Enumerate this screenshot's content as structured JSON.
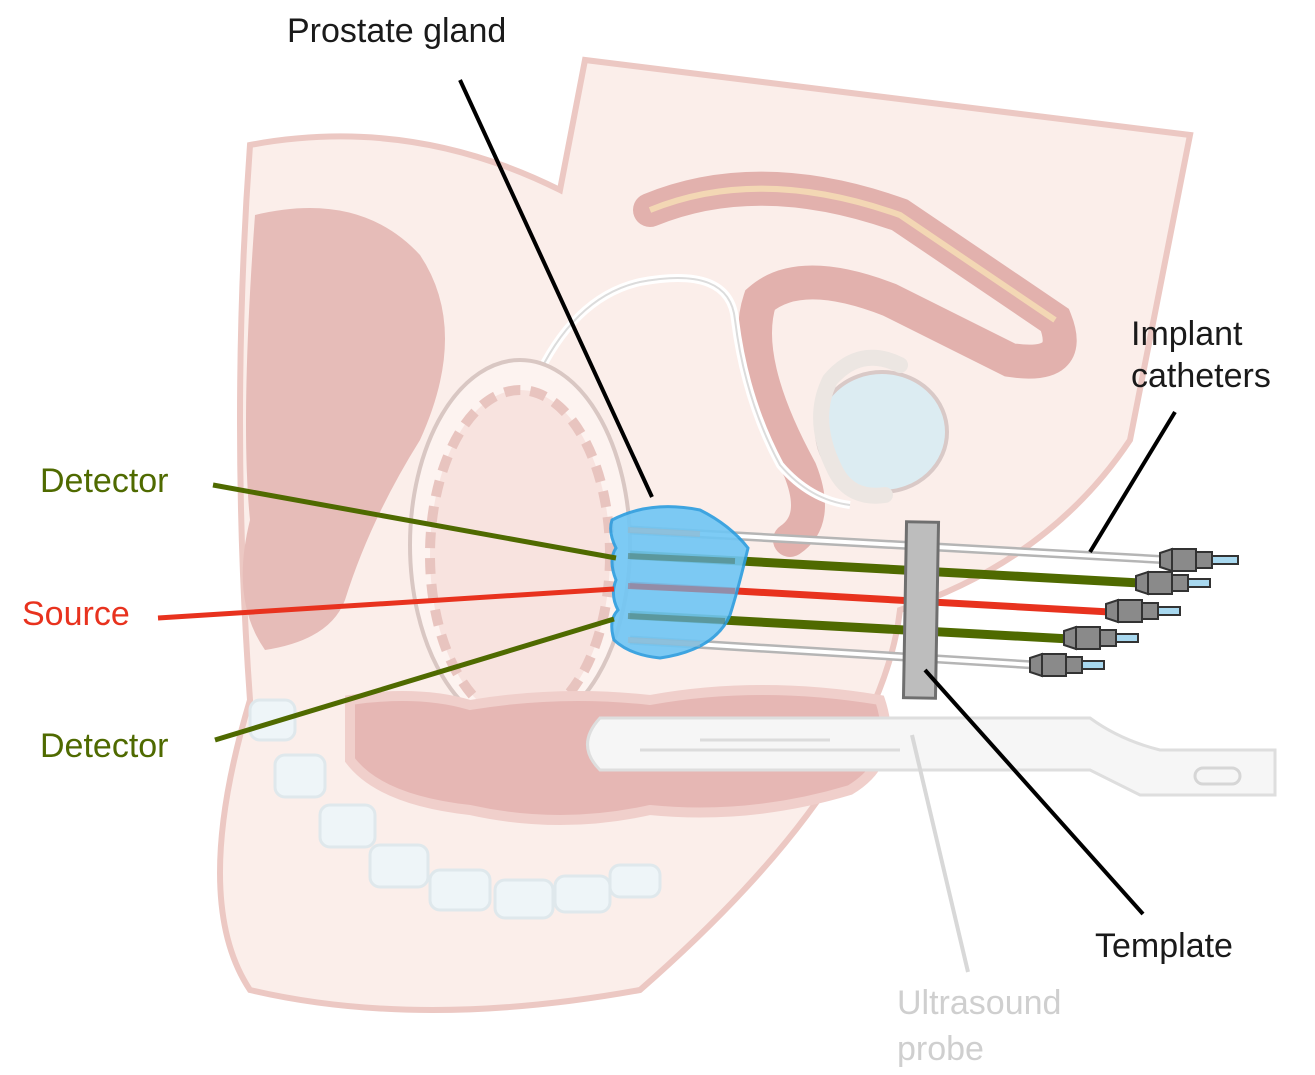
{
  "labels": {
    "prostate_gland": "Prostate gland",
    "implant_catheters_line1": "Implant",
    "implant_catheters_line2": "catheters",
    "detector_top": "Detector",
    "source": "Source",
    "detector_bottom": "Detector",
    "template": "Template",
    "ultrasound_probe_line1": "Ultrasound",
    "ultrasound_probe_line2": "probe"
  },
  "colors": {
    "detector": "#4f6a00",
    "source": "#e8321e",
    "prostate_fill": "#6fc6f5",
    "prostate_outline": "#2a9de0",
    "leader_line": "#000000",
    "anatomy_tissue": "#f7e6e1",
    "anatomy_dark": "#e7bcb8",
    "template_bar": "#bdbdbd",
    "probe_label": "#cfcfcf"
  }
}
